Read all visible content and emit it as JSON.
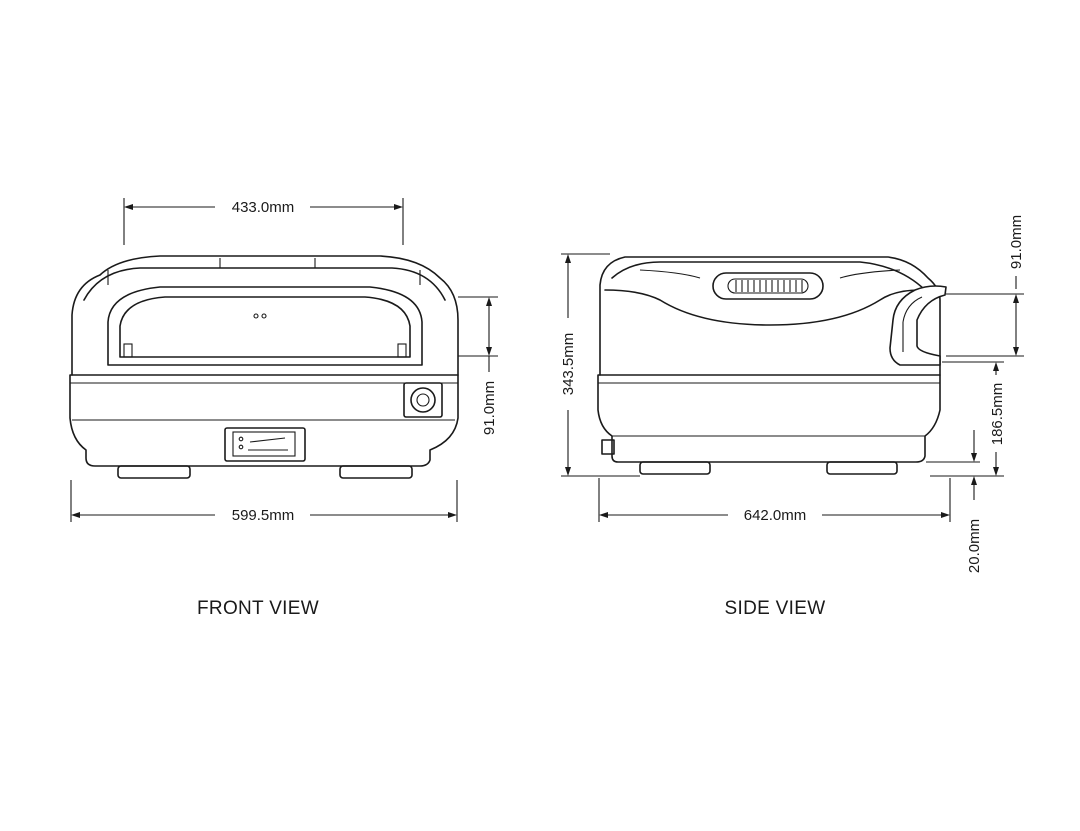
{
  "front_view": {
    "title": "FRONT VIEW",
    "dims": {
      "top_width": "433.0mm",
      "base_width": "599.5mm",
      "side_height": "91.0mm"
    }
  },
  "side_view": {
    "title": "SIDE VIEW",
    "dims": {
      "total_height": "343.5mm",
      "depth": "642.0mm",
      "handle_height": "91.0mm",
      "body_height": "186.5mm",
      "foot_height": "20.0mm"
    }
  }
}
